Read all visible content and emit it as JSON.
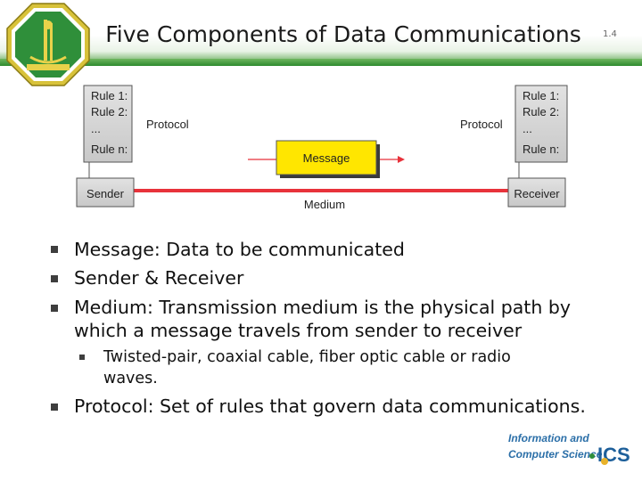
{
  "slide": {
    "title": "Five Components of Data Communications",
    "number": "1.4"
  },
  "diagram": {
    "sender_rules": [
      "Rule 1:",
      "Rule 2:",
      "...",
      "Rule n:"
    ],
    "receiver_rules": [
      "Rule 1:",
      "Rule 2:",
      "...",
      "Rule n:"
    ],
    "protocol_left": "Protocol",
    "protocol_right": "Protocol",
    "message": "Message",
    "sender": "Sender",
    "receiver": "Receiver",
    "medium": "Medium"
  },
  "bullets": [
    "Message: Data to be communicated",
    "Sender & Receiver",
    "Medium: Transmission medium is the physical path by",
    "which a message travels from sender to receiver",
    "Protocol: Set of rules that govern data communications."
  ],
  "sub_bullets": [
    "Twisted-pair, coaxial cable, fiber optic cable or radio",
    "waves."
  ],
  "footer": {
    "line1": "Information and",
    "line2": "Computer Science",
    "mark": "ICS"
  },
  "colors": {
    "header_green": "#3f9a3a",
    "message_yellow": "#ffe600",
    "medium_red": "#e8323b",
    "box_gray": "#d4d4d4"
  }
}
